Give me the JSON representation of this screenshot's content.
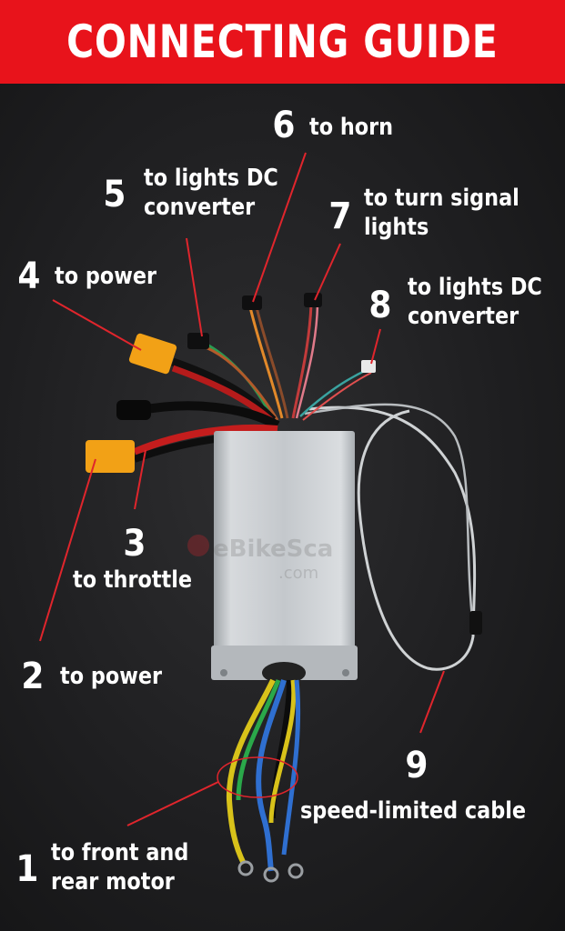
{
  "banner": {
    "title": "CONNECTING GUIDE"
  },
  "watermark": {
    "brand": "eBikeSca",
    "domain": ".com"
  },
  "callouts": [
    {
      "num": "1",
      "lines": [
        "to front and",
        "rear motor"
      ]
    },
    {
      "num": "2",
      "lines": [
        "to power"
      ]
    },
    {
      "num": "3",
      "lines": [
        "to throttle"
      ]
    },
    {
      "num": "4",
      "lines": [
        "to power"
      ]
    },
    {
      "num": "5",
      "lines": [
        "to lights DC",
        "converter"
      ]
    },
    {
      "num": "6",
      "lines": [
        "to horn"
      ]
    },
    {
      "num": "7",
      "lines": [
        "to turn signal",
        "lights"
      ]
    },
    {
      "num": "8",
      "lines": [
        "to lights DC",
        "converter"
      ]
    },
    {
      "num": "9",
      "lines": [
        "speed-limited cable"
      ]
    }
  ],
  "colors": {
    "banner": "#e8131b",
    "leader": "#e0252c",
    "connector": "#f2a116",
    "controller": "#c9cdd1",
    "wire_blue": "#2f6fd0",
    "wire_yellow": "#d8c21a",
    "wire_green": "#2aa84a",
    "wire_red": "#d01d1d",
    "wire_gray": "#cfd2d4"
  }
}
